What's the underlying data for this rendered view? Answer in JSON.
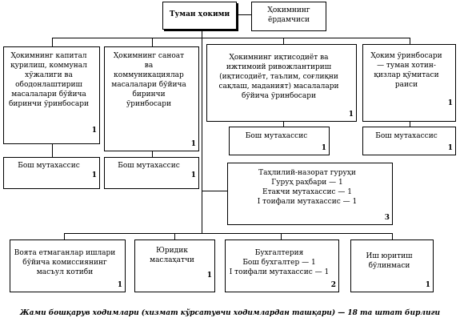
{
  "nodes": {
    "head": {
      "title": "Туман ҳокими",
      "count": ""
    },
    "assistant": {
      "title": "Ҳокимнинг\nёрдамчиси",
      "count": ""
    },
    "deputy_capital": {
      "title": "Ҳокимнинг капитал\nқурилиш, коммунал\nхўжалиги ва\nободонлаштириш\nмасалалари бўйича\nбиринчи ўринбосари",
      "count": "1"
    },
    "deputy_industry": {
      "title": "Ҳокимнинг саноат\nва\nкоммуникациялар\nмасалалари бўйича\nбиринчи\nўринбосари",
      "count": "1"
    },
    "deputy_economy": {
      "title": "Ҳокимнинг иқтисодиёт ва\nижтимоий ривожлантириш\n(иқтисодиёт, таълим, соғлиқни\nсақлаш, маданият) масалалари\nбўйича ўринбосари",
      "count": "1"
    },
    "deputy_women": {
      "title": "Ҳоким ўринбосари\n— туман хотин-\nқизлар қўмитаси\nраиси",
      "count": "1"
    },
    "spec_economy": {
      "title": "Бош мутахассис",
      "count": "1"
    },
    "spec_women": {
      "title": "Бош мутахассис",
      "count": "1"
    },
    "spec_capital": {
      "title": "Бош мутахассис",
      "count": "1"
    },
    "spec_industry": {
      "title": "Бош мутахассис",
      "count": "1"
    },
    "control_group": {
      "title": "Таҳлилий-назорат гуруҳи\nГуруҳ раҳбари  — 1\nЕтакчи мутахассис — 1\nI тоифали мутахассис — 1",
      "count": "3"
    },
    "commission": {
      "title": "Воята етмаганлар ишлари\nбўйича комиссиянинг\nмасъул котиби",
      "count": "1"
    },
    "legal": {
      "title": "Юридик\nмаслаҳатчи",
      "count": "1"
    },
    "accounting": {
      "title": "Бухгалтерия\nБош бухгалтер — 1\nI тоифали мутахассис — 1",
      "count": "2"
    },
    "office": {
      "title": "Иш юритиш\nбўлинмаси",
      "count": "1"
    }
  },
  "footer": "Жами бошқарув ходимлари  (хизмат кўрсатувчи ходимлардан ташқари) — 18 та штат бирлиги"
}
